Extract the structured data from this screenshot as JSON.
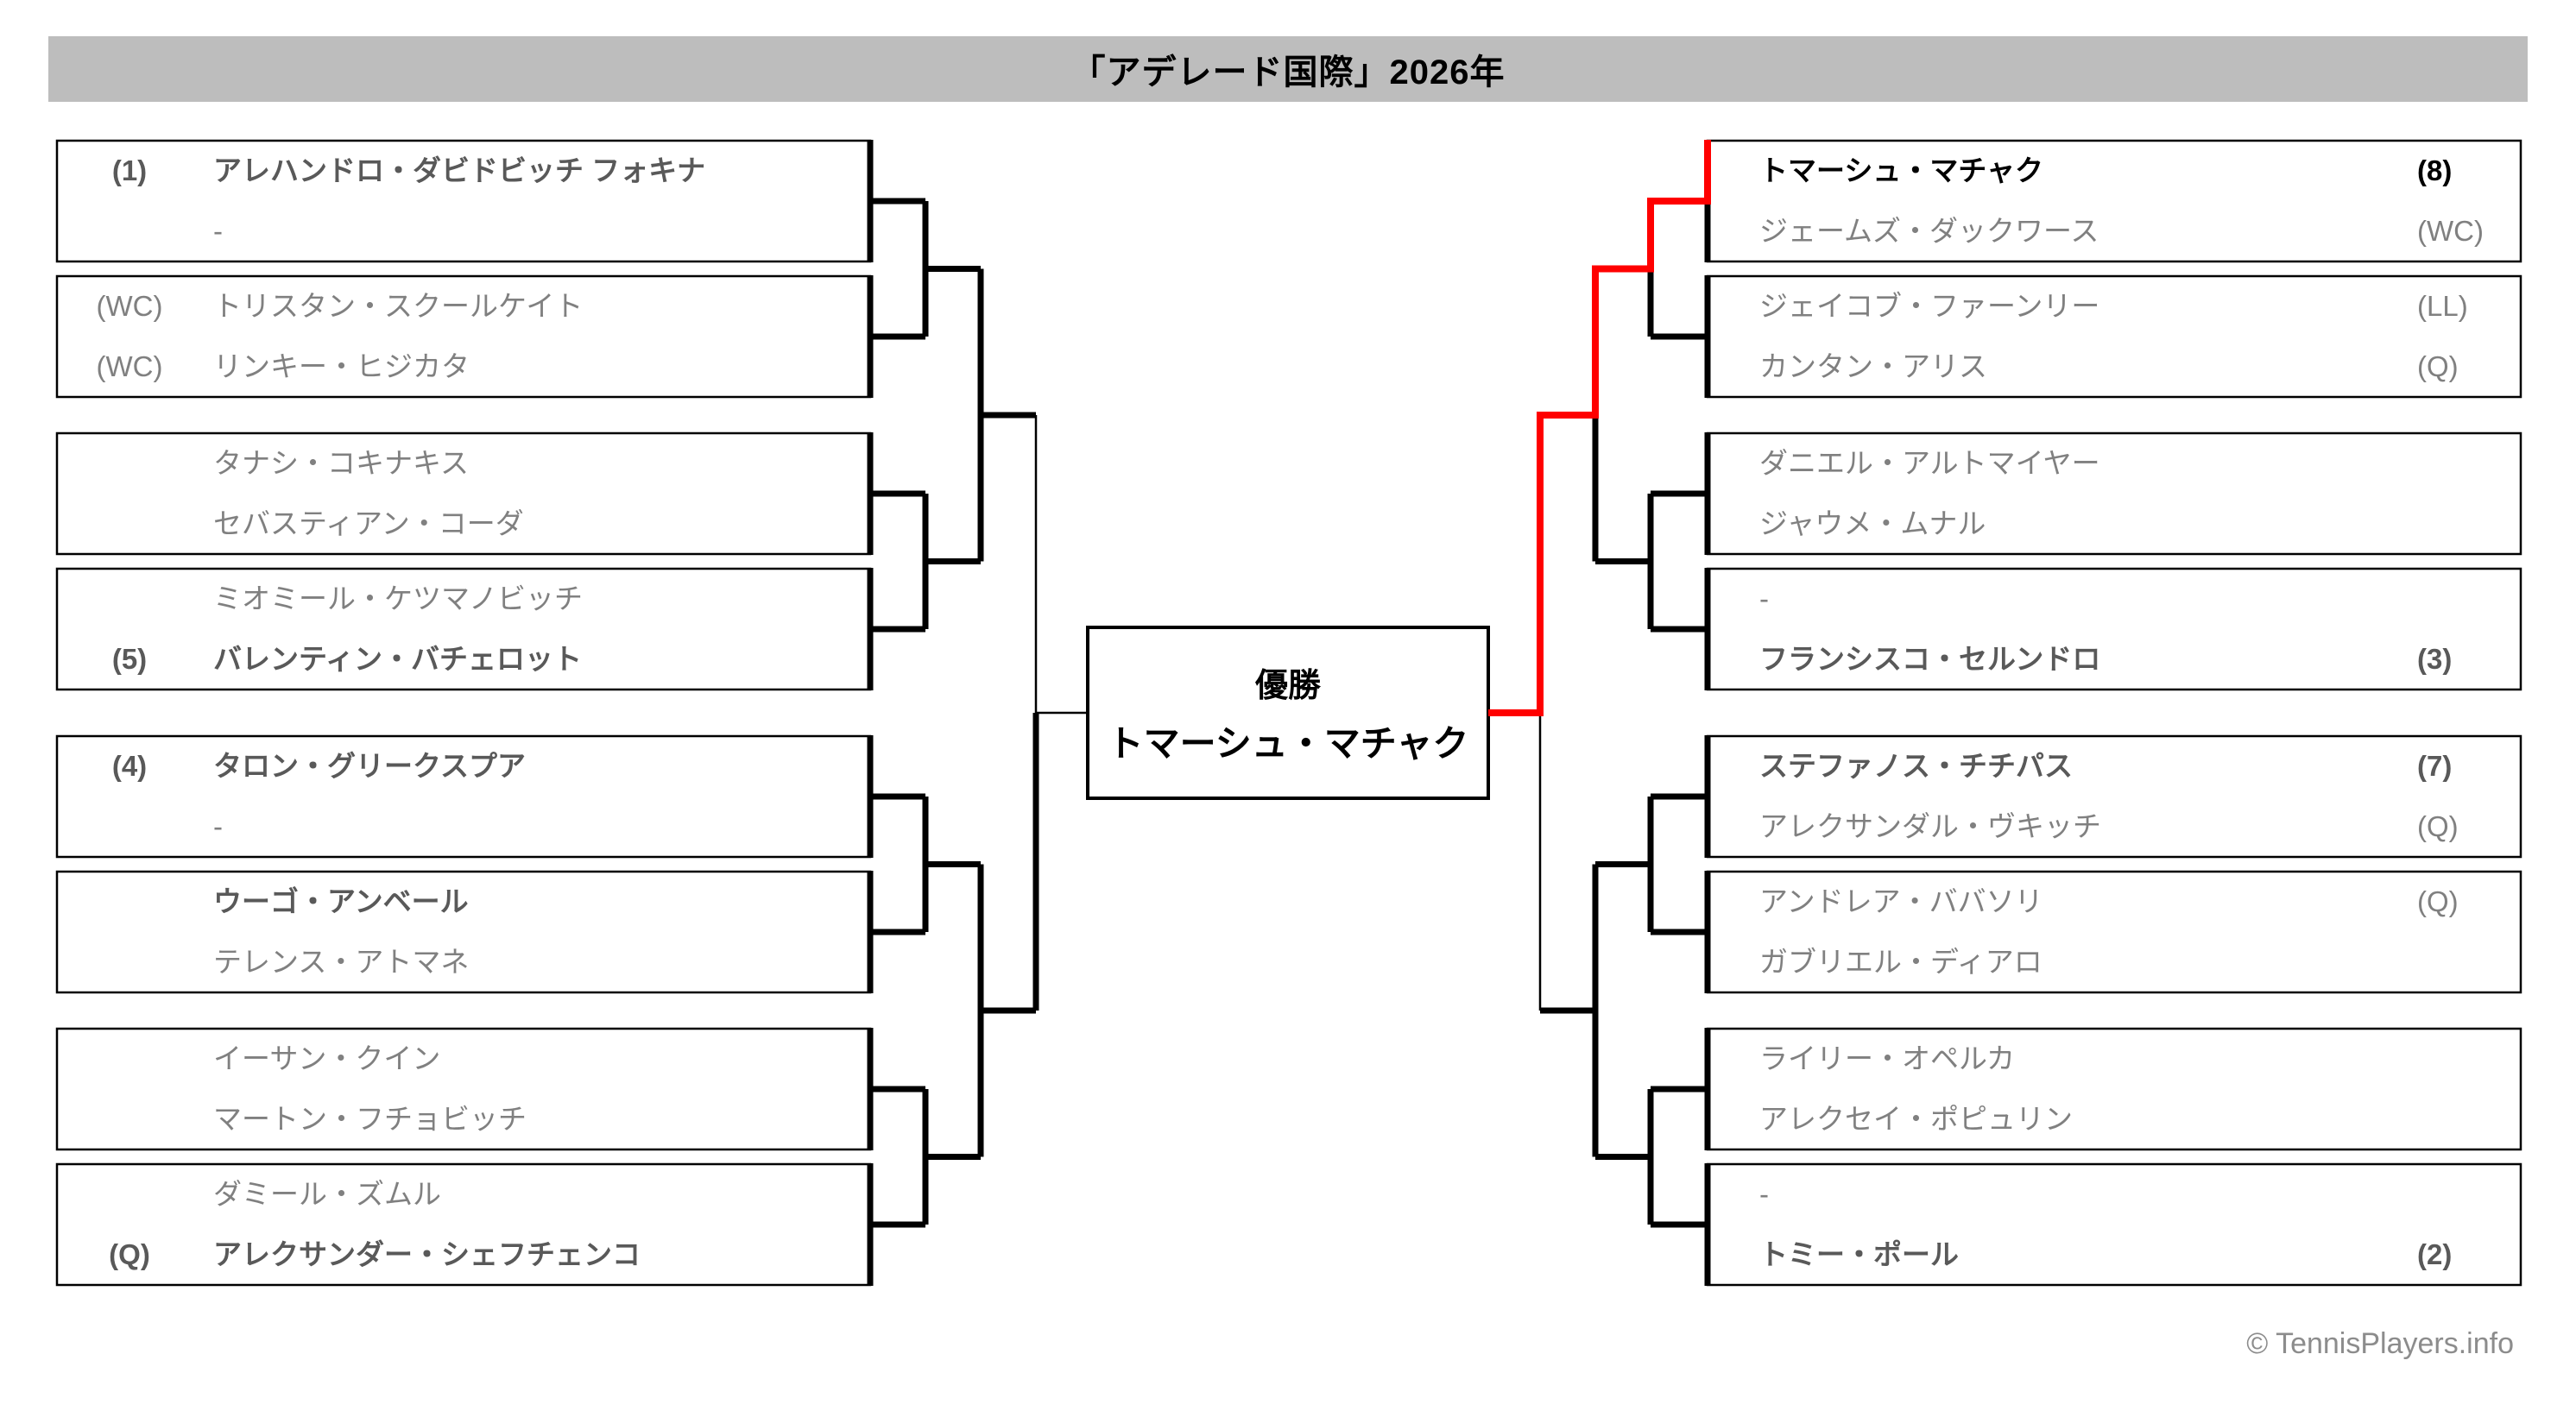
{
  "title": "「アデレード国際」2026年",
  "footer": "© TennisPlayers.info",
  "champion_box": {
    "label": "優勝",
    "name": "トマーシュ・マチャク"
  },
  "colors": {
    "winner_path": "#ff0000",
    "line": "#000000",
    "normal_text": "#808080",
    "winner_text": "#595959",
    "champion_text": "#000000",
    "title_bg": "#bdbdbd",
    "footer_text": "#8c8c8c"
  },
  "bracket": {
    "left": [
      {
        "players": [
          {
            "tag": "(1)",
            "name": "アレハンドロ・ダビドビッチ フォキナ",
            "style": "winner"
          },
          {
            "tag": "",
            "name": "-",
            "style": "normal"
          }
        ]
      },
      {
        "players": [
          {
            "tag": "(WC)",
            "name": "トリスタン・スクールケイト",
            "style": "normal"
          },
          {
            "tag": "(WC)",
            "name": "リンキー・ヒジカタ",
            "style": "normal"
          }
        ]
      },
      {
        "players": [
          {
            "tag": "",
            "name": "タナシ・コキナキス",
            "style": "normal"
          },
          {
            "tag": "",
            "name": "セバスティアン・コーダ",
            "style": "normal"
          }
        ]
      },
      {
        "players": [
          {
            "tag": "",
            "name": "ミオミール・ケツマノビッチ",
            "style": "normal"
          },
          {
            "tag": "(5)",
            "name": "バレンティン・バチェロット",
            "style": "winner"
          }
        ]
      },
      {
        "players": [
          {
            "tag": "(4)",
            "name": "タロン・グリークスプア",
            "style": "winner"
          },
          {
            "tag": "",
            "name": "-",
            "style": "normal"
          }
        ]
      },
      {
        "players": [
          {
            "tag": "",
            "name": "ウーゴ・アンベール",
            "style": "winner"
          },
          {
            "tag": "",
            "name": "テレンス・アトマネ",
            "style": "normal"
          }
        ]
      },
      {
        "players": [
          {
            "tag": "",
            "name": "イーサン・クイン",
            "style": "normal"
          },
          {
            "tag": "",
            "name": "マートン・フチョビッチ",
            "style": "normal"
          }
        ]
      },
      {
        "players": [
          {
            "tag": "",
            "name": "ダミール・ズムル",
            "style": "normal"
          },
          {
            "tag": "(Q)",
            "name": "アレクサンダー・シェフチェンコ",
            "style": "winner"
          }
        ]
      }
    ],
    "right": [
      {
        "players": [
          {
            "tag": "(8)",
            "name": "トマーシュ・マチャク",
            "style": "champion"
          },
          {
            "tag": "(WC)",
            "name": "ジェームズ・ダックワース",
            "style": "normal"
          }
        ]
      },
      {
        "players": [
          {
            "tag": "(LL)",
            "name": "ジェイコブ・ファーンリー",
            "style": "normal"
          },
          {
            "tag": "(Q)",
            "name": "カンタン・アリス",
            "style": "normal"
          }
        ]
      },
      {
        "players": [
          {
            "tag": "",
            "name": "ダニエル・アルトマイヤー",
            "style": "normal"
          },
          {
            "tag": "",
            "name": "ジャウメ・ムナル",
            "style": "normal"
          }
        ]
      },
      {
        "players": [
          {
            "tag": "",
            "name": "-",
            "style": "normal"
          },
          {
            "tag": "(3)",
            "name": "フランシスコ・セルンドロ",
            "style": "winner"
          }
        ]
      },
      {
        "players": [
          {
            "tag": "(7)",
            "name": "ステファノス・チチパス",
            "style": "winner"
          },
          {
            "tag": "(Q)",
            "name": "アレクサンダル・ヴキッチ",
            "style": "normal"
          }
        ]
      },
      {
        "players": [
          {
            "tag": "(Q)",
            "name": "アンドレア・ババソリ",
            "style": "normal"
          },
          {
            "tag": "",
            "name": "ガブリエル・ディアロ",
            "style": "normal"
          }
        ]
      },
      {
        "players": [
          {
            "tag": "",
            "name": "ライリー・オペルカ",
            "style": "normal"
          },
          {
            "tag": "",
            "name": "アレクセイ・ポピュリン",
            "style": "normal"
          }
        ]
      },
      {
        "players": [
          {
            "tag": "",
            "name": "-",
            "style": "normal"
          },
          {
            "tag": "(2)",
            "name": "トミー・ポール",
            "style": "winner"
          }
        ]
      }
    ]
  }
}
